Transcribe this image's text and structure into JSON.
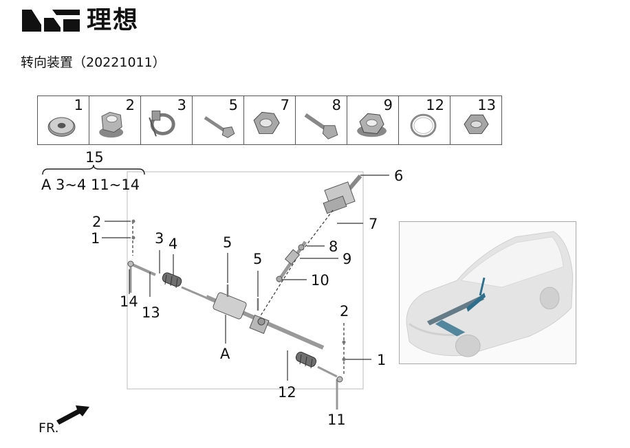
{
  "brand": {
    "name": "理想"
  },
  "document": {
    "title": "转向装置（20221011）"
  },
  "parts_strip": [
    "1",
    "2",
    "3",
    "5",
    "7",
    "8",
    "9",
    "12",
    "13"
  ],
  "kit": {
    "number": "15",
    "contents": "A  3~4  11~14"
  },
  "callouts": {
    "c6": "6",
    "c7": "7",
    "c2a": "2",
    "c1a": "1",
    "c3": "3",
    "c4": "4",
    "c5a": "5",
    "c5b": "5",
    "c8": "8",
    "c9": "9",
    "c10": "10",
    "c14": "14",
    "c13": "13",
    "cA": "A",
    "c2b": "2",
    "c1b": "1",
    "c12": "12",
    "c11": "11"
  },
  "direction": {
    "label": "FR."
  }
}
